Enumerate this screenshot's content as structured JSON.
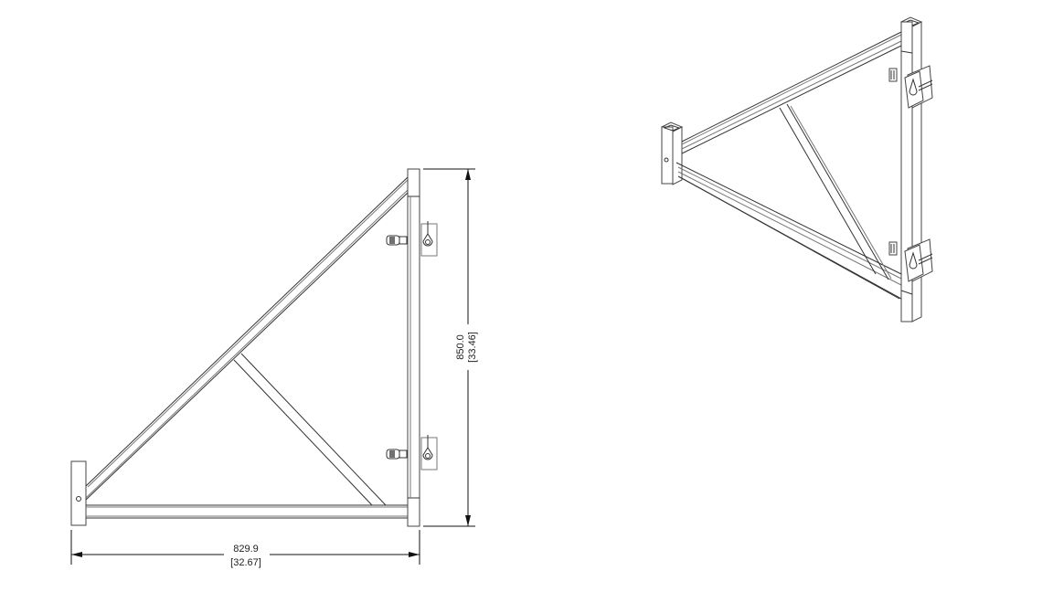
{
  "drawing": {
    "title": "Scaffold side bracket",
    "units_primary": "mm",
    "units_secondary": "in",
    "views": [
      {
        "name": "front-view",
        "type": "orthographic"
      },
      {
        "name": "isometric-view",
        "type": "isometric"
      }
    ]
  },
  "dimensions": {
    "width": {
      "primary": "829.9",
      "secondary": "[32.67]"
    },
    "height": {
      "primary": "850.0",
      "secondary": "[33.46]"
    }
  },
  "colors": {
    "background": "#ffffff",
    "line": "#333333",
    "dimension": "#111111"
  }
}
